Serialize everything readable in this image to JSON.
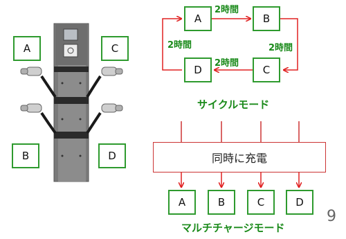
{
  "station_labels": [
    "A",
    "C",
    "B",
    "D"
  ],
  "cycle": {
    "nodes": [
      "A",
      "B",
      "D",
      "C"
    ],
    "interval_top": "2時間",
    "interval_left": "2時間",
    "interval_right": "2時間",
    "interval_bottom": "2時間",
    "caption": "サイクルモード"
  },
  "multi": {
    "simultaneous_label": "同時に充電",
    "outputs": [
      "A",
      "B",
      "C",
      "D"
    ],
    "caption": "マルチチャージモード"
  },
  "page_number": "9",
  "colors": {
    "box_border": "#2e9a2e",
    "arrow": "#e02020",
    "caption": "#1a8a1a"
  }
}
